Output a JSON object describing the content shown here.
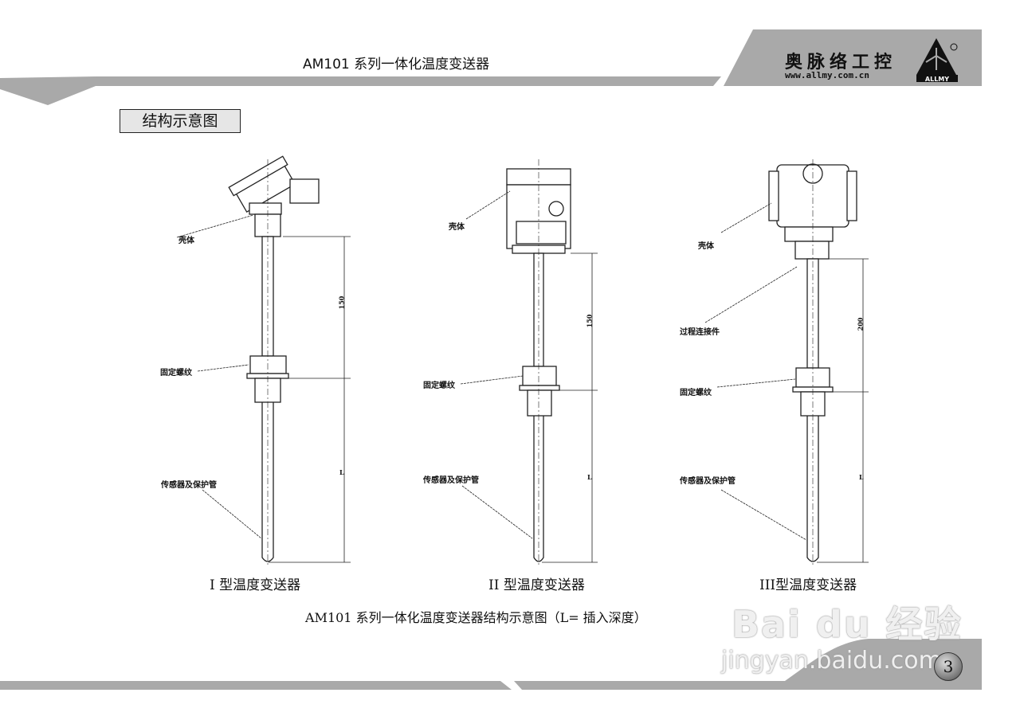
{
  "header": {
    "title": "AM101 系列一体化温度变送器",
    "brand_name": "奥脉络工控",
    "brand_url": "www.allmy.com.cn",
    "logo_text": "ALLMY"
  },
  "section_title": "结构示意图",
  "diagrams": [
    {
      "caption": "I 型温度变送器",
      "labels": {
        "housing": "壳体",
        "thread": "固定螺纹",
        "sensor": "传感器及保护管"
      },
      "dimension": "150",
      "length_mark": "L"
    },
    {
      "caption": "II 型温度变送器",
      "labels": {
        "housing": "壳体",
        "thread": "固定螺纹",
        "sensor": "传感器及保护管"
      },
      "dimension": "150",
      "length_mark": "L"
    },
    {
      "caption": "III型温度变送器",
      "labels": {
        "housing": "壳体",
        "process": "过程连接件",
        "thread": "固定螺纹",
        "sensor": "传感器及保护管"
      },
      "dimension": "200",
      "length_mark": "L"
    }
  ],
  "figure_caption": "AM101 系列一体化温度变送器结构示意图（L= 插入深度）",
  "page_number": "3",
  "watermark": {
    "main": "Bai du 经验",
    "url": "jingyan.baidu.com"
  },
  "colors": {
    "band": "#a9a9a9",
    "band_dark": "#8a8a8a"
  }
}
